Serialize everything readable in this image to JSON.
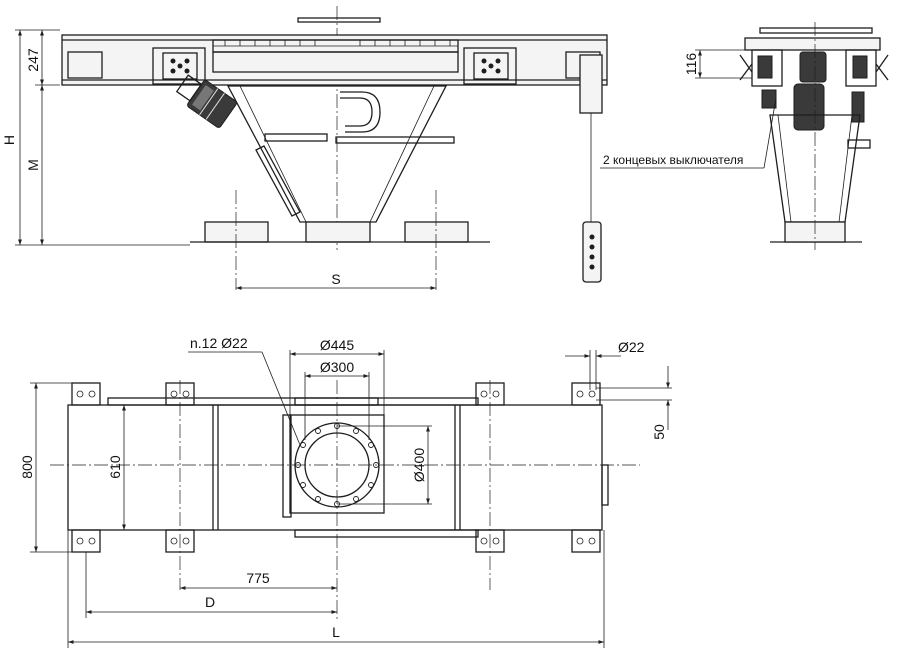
{
  "dimensions": {
    "top_height_247": "247",
    "height_H": "H",
    "height_M": "M",
    "span_S": "S",
    "height_116": "116",
    "holes_note": "n.12 Ø22",
    "dia_445": "Ø445",
    "dia_300": "Ø300",
    "dia_400": "Ø400",
    "dia_22": "Ø22",
    "dim_50": "50",
    "width_800": "800",
    "width_610": "610",
    "len_775": "775",
    "len_D": "D",
    "len_L": "L"
  },
  "annotations": {
    "limit_switches": "2 концевых выключателя"
  }
}
